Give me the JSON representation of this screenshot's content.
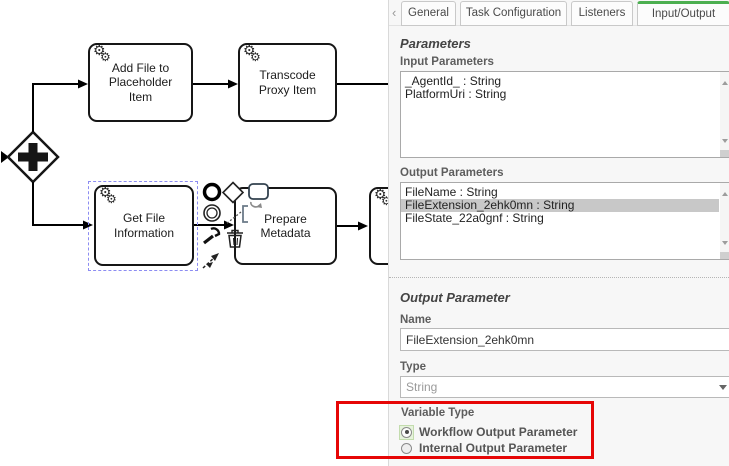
{
  "colors": {
    "tab_accent_green": "#4caf50",
    "annotation_red": "#e60606",
    "selection_blue": "#8c8cf2",
    "selected_row_gray": "#c8c8c8"
  },
  "icons": {
    "gear": "⚙"
  },
  "tabs": {
    "back_chevron": "‹",
    "items": [
      {
        "label": "General",
        "active": false
      },
      {
        "label": "Task Configuration",
        "active": false
      },
      {
        "label": "Listeners",
        "active": false
      },
      {
        "label": "Input/Output",
        "active": true
      }
    ]
  },
  "panel": {
    "section_heading": "Parameters",
    "input_parameters": {
      "label": "Input Parameters",
      "items": [
        "_AgentId_ : String",
        "PlatformUri : String"
      ]
    },
    "output_parameters": {
      "label": "Output Parameters",
      "items": [
        "FileName : String",
        "FileExtension_2ehk0mn : String",
        "FileState_22a0gnf : String"
      ],
      "selected_index": 1
    },
    "output_parameter": {
      "heading": "Output Parameter",
      "name_label": "Name",
      "name_value": "FileExtension_2ehk0mn",
      "type_label": "Type",
      "type_value": "String",
      "variable_type_label": "Variable Type",
      "radios": [
        {
          "label": "Workflow Output Parameter",
          "selected": true
        },
        {
          "label": "Internal Output Parameter",
          "selected": false
        }
      ]
    }
  },
  "diagram": {
    "tasks": [
      {
        "label": "Add File to Placeholder Item"
      },
      {
        "label": "Transcode Proxy Item"
      },
      {
        "label": "Get File Information"
      },
      {
        "label": "Prepare Metadata"
      }
    ]
  }
}
